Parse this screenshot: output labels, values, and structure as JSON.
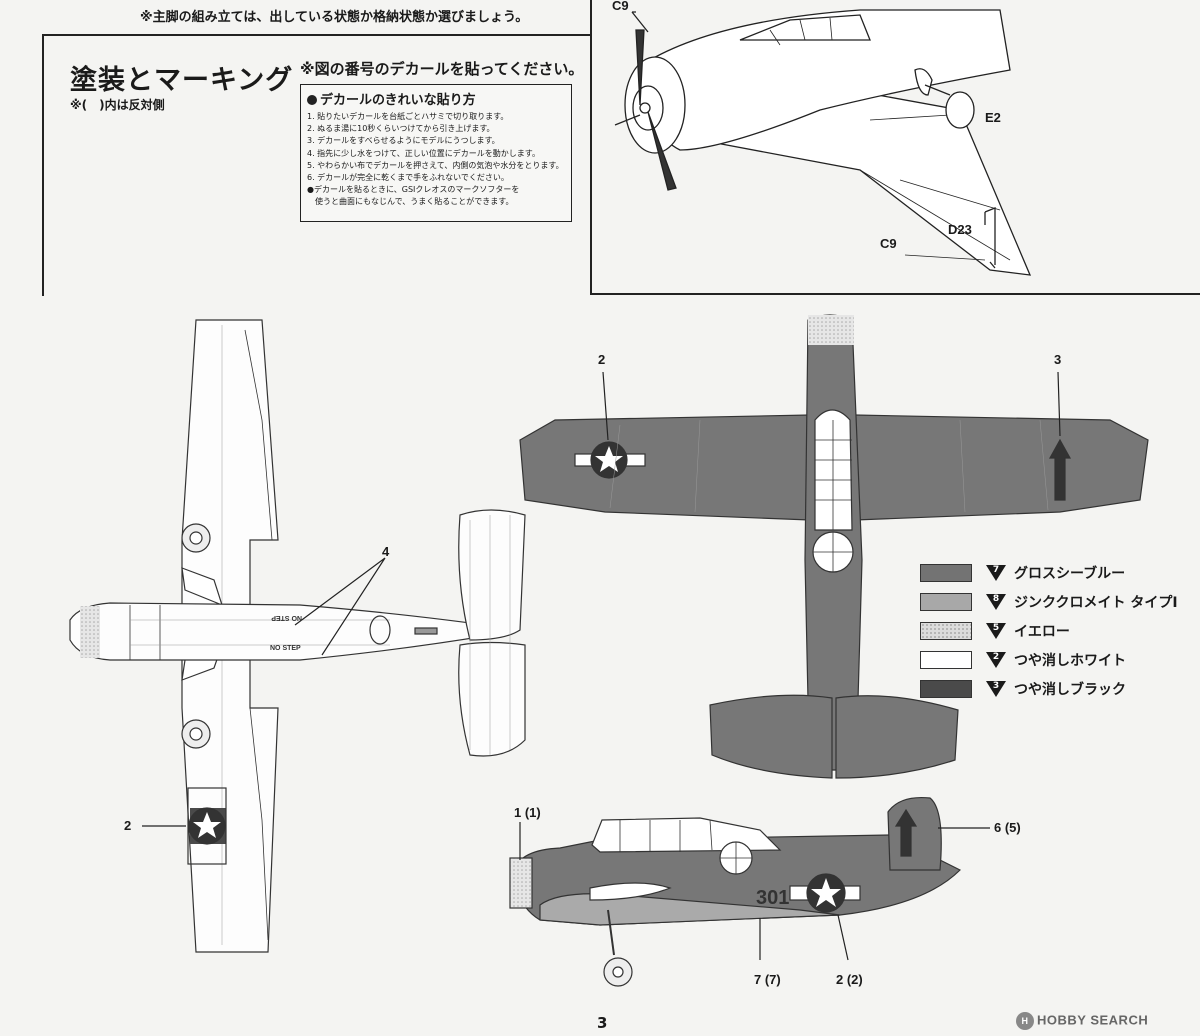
{
  "header": {
    "top_note": "※主脚の組み立ては、出している状態か格納状態か選びましょう。"
  },
  "section": {
    "title": "塗装とマーキング",
    "reverse_note": "※(　)内は反対側",
    "decal_instruction": "※図の番号のデカールを貼ってください。"
  },
  "decal_box": {
    "title": "デカールのきれいな貼り方",
    "steps": [
      "1. 貼りたいデカールを台紙ごとハサミで切り取ります。",
      "2. ぬるま湯に10秒くらいつけてから引き上げます。",
      "3. デカールをすべらせるようにモデルにうつします。",
      "4. 指先に少し水をつけて、正しい位置にデカールを動かします。",
      "5. やわらかい布でデカールを押さえて、内側の気泡や水分をとります。",
      "6. デカールが完全に乾くまで手をふれないでください。",
      "●デカールを貼るときに、GSIクレオスのマークソフターを",
      "使うと曲面にもなじんで、うまく貼ることができます。"
    ]
  },
  "detail": {
    "labels": {
      "c9_top": "C9",
      "e2": "E2",
      "d23": "D23",
      "c9_bottom": "C9"
    }
  },
  "callouts": {
    "bottom_view_4": "4",
    "bottom_view_2": "2",
    "top_view_2": "2",
    "top_view_3": "3",
    "side_1": "1 (1)",
    "side_6": "6 (5)",
    "side_7": "7 (7)",
    "side_2": "2 (2)"
  },
  "stencils": {
    "no_step": "NO STEP"
  },
  "side_code": "301",
  "legend": [
    {
      "num": "7",
      "label": "グロスシーブルー",
      "color": "#737373"
    },
    {
      "num": "8",
      "label": "ジンククロメイト タイプⅠ",
      "color": "#a8a8a8"
    },
    {
      "num": "5",
      "label": "イエロー",
      "color": "#dcdcdc"
    },
    {
      "num": "2",
      "label": "つや消しホワイト",
      "color": "#ffffff"
    },
    {
      "num": "3",
      "label": "つや消しブラック",
      "color": "#4a4a4a"
    }
  ],
  "footer": {
    "page_number": "3",
    "watermark": "HOBBY SEARCH",
    "watermark_badge": "H"
  }
}
